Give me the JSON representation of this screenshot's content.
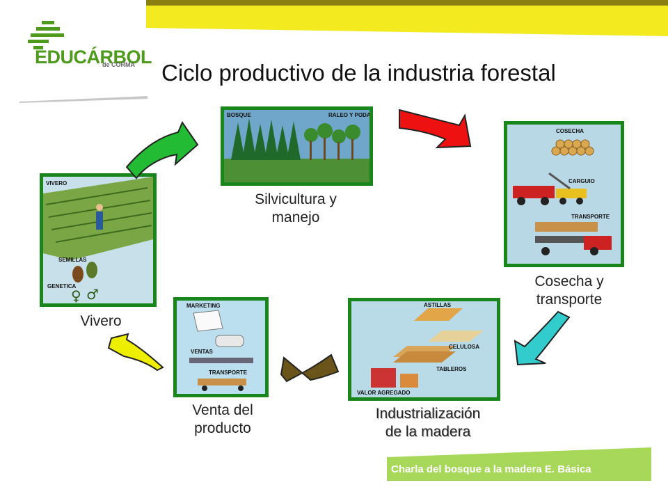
{
  "logo": {
    "brand": "EDUCÁRBOL",
    "sub": "de CORMA"
  },
  "title": "Ciclo productivo de la industria forestal",
  "stages": {
    "silvicultura": {
      "label_line1": "Silvicultura y",
      "label_line2": "manejo",
      "caption_left": "BOSQUE",
      "caption_right": "RALEO Y PODA"
    },
    "cosecha": {
      "label_line1": "Cosecha y",
      "label_line2": "transporte",
      "captions": [
        "COSECHA",
        "CARGUIO",
        "TRANSPORTE"
      ]
    },
    "industrializacion": {
      "label_line1": "Industrialización",
      "label_line2": "de la madera",
      "captions": [
        "ASTILLAS",
        "CELULOSA",
        "TABLEROS",
        "VALOR AGREGADO"
      ]
    },
    "venta": {
      "label_line1": "Venta del",
      "label_line2": "producto",
      "captions": [
        "MARKETING",
        "VENTAS",
        "TRANSPORTE"
      ]
    },
    "vivero": {
      "label": "Vivero",
      "captions": [
        "VIVERO",
        "SEMILLAS",
        "GENETICA"
      ]
    }
  },
  "arrows": {
    "green": "#22bb33",
    "red": "#ee1111",
    "cyan": "#33cccc",
    "brown": "#6b5419",
    "yellow": "#eeee00"
  },
  "colors": {
    "frame": "#18861a",
    "top_bar": "#f3ea1f",
    "footer": "#a8d85a"
  },
  "footer": {
    "text": "Charla del bosque a la madera E. Básica"
  }
}
